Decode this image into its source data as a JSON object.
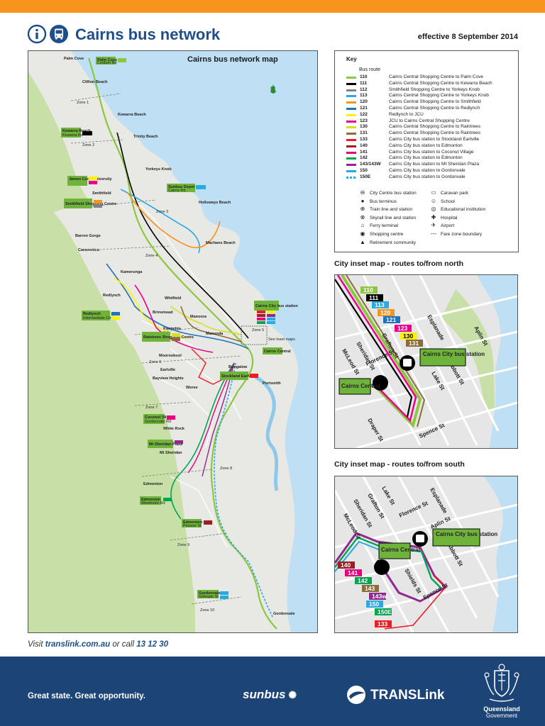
{
  "header": {
    "title": "Cairns bus network",
    "effective": "effective 8 September 2014"
  },
  "main_map": {
    "title": "Cairns bus network map",
    "north_label": "N",
    "places": [
      {
        "name": "Palm Cove"
      },
      {
        "name": "Clifton Beach"
      },
      {
        "name": "Kewarra Beach"
      },
      {
        "name": "Trinity Beach"
      },
      {
        "name": "Yorkeys Knob"
      },
      {
        "name": "Smithfield"
      },
      {
        "name": "Holloways Beach"
      },
      {
        "name": "Machans Beach"
      },
      {
        "name": "Barron Gorge"
      },
      {
        "name": "Caravonica"
      },
      {
        "name": "Kamerunga"
      },
      {
        "name": "Redlynch"
      },
      {
        "name": "Whitfield"
      },
      {
        "name": "Brinsmead"
      },
      {
        "name": "Manoora"
      },
      {
        "name": "Manunda"
      },
      {
        "name": "Kanimbla"
      },
      {
        "name": "Mooroobool"
      },
      {
        "name": "Earlville"
      },
      {
        "name": "Bungalow"
      },
      {
        "name": "Portsmith"
      },
      {
        "name": "Woree"
      },
      {
        "name": "Bayview Heights"
      },
      {
        "name": "White Rock"
      },
      {
        "name": "Mt Sheridan"
      },
      {
        "name": "Edmonton"
      },
      {
        "name": "Gordonvale"
      }
    ],
    "stops": [
      {
        "label": "Palm Cove",
        "sub": "Coolum Rd"
      },
      {
        "label": "Kewarra Beach",
        "sub": "Kewarra Rd"
      },
      {
        "label": "James Cook University"
      },
      {
        "label": "Smithfield Shopping Centre"
      },
      {
        "label": "Sunbus Depot",
        "sub": "Cairns Rd"
      },
      {
        "label": "Redlynch",
        "sub": "Intermediate Ctr"
      },
      {
        "label": "Raintrees Shopping Centre"
      },
      {
        "label": "Cairns City bus station"
      },
      {
        "label": "Cairns Central"
      },
      {
        "label": "Stockland Earlville"
      },
      {
        "label": "Coconut Village",
        "sub": "Gordonvale Rd"
      },
      {
        "label": "Mt Sheridan Plaza"
      },
      {
        "label": "Edmonton",
        "sub": "Westmore Rd"
      },
      {
        "label": "Edmonton",
        "sub": "Pioneer St"
      },
      {
        "label": "Gordonvale",
        "sub": "Gillespie St"
      }
    ],
    "zones": [
      "Zone 1",
      "Zone 2",
      "Zone 3",
      "Zone 4",
      "Zone 5",
      "Zone 6",
      "Zone 7",
      "Zone 8",
      "Zone 9",
      "Zone 10"
    ],
    "inset_marker_label": "See inset maps"
  },
  "key": {
    "title": "Key",
    "subtitle": "Bus route",
    "routes": [
      {
        "num": "110",
        "desc": "Cairns Central Shopping Centre to Palm Cove",
        "color": "#8dc63f"
      },
      {
        "num": "111",
        "desc": "Cairns Central Shopping Centre to Kewarra Beach",
        "color": "#000000"
      },
      {
        "num": "112",
        "desc": "Smithfield Shopping Centre to Yorkeys Knob",
        "color": "#808285"
      },
      {
        "num": "113",
        "desc": "Cairns Central Shopping Centre to Yorkeys Knob",
        "color": "#29abe2"
      },
      {
        "num": "120",
        "desc": "Cairns Central Shopping Centre to Smithfield",
        "color": "#f7941d"
      },
      {
        "num": "121",
        "desc": "Cairns Central Shopping Centre to Redlynch",
        "color": "#1c75bc"
      },
      {
        "num": "122",
        "desc": "Redlynch to JCU",
        "color": "#fff200"
      },
      {
        "num": "123",
        "desc": "JCU to Cairns Central Shopping Centre",
        "color": "#ec008c"
      },
      {
        "num": "130",
        "desc": "Cairns Central Shopping Centre to Raintrees",
        "color": "#d7df23"
      },
      {
        "num": "131",
        "desc": "Cairns Central Shopping Centre to Raintrees",
        "color": "#8b6d3a"
      },
      {
        "num": "133",
        "desc": "Cairns City bus station to Stockland Earlville",
        "color": "#ed1c24"
      },
      {
        "num": "140",
        "desc": "Cairns City bus station to Edmonton",
        "color": "#9e1f23"
      },
      {
        "num": "141",
        "desc": "Cairns City bus station to Coconut Village",
        "color": "#e6007e"
      },
      {
        "num": "142",
        "desc": "Cairns City bus station to Edmonton",
        "color": "#00a651"
      },
      {
        "num": "143/143W",
        "desc": "Cairns City bus station to Mt Sheridan Plaza",
        "color": "#92278f"
      },
      {
        "num": "150",
        "desc": "Cairns City bus station to Gordonvale",
        "color": "#27aae1"
      },
      {
        "num": "150E",
        "desc": "Cairns City bus station to Gordonvale",
        "color": "#27aae1"
      }
    ],
    "symbols_left": [
      {
        "icon": "⊖",
        "label": "City Centre bus station"
      },
      {
        "icon": "●",
        "label": "Bus terminus"
      },
      {
        "icon": "⊕",
        "label": "Train line and station"
      },
      {
        "icon": "⊗",
        "label": "Skyrail line and station"
      },
      {
        "icon": "⌂",
        "label": "Ferry terminal"
      },
      {
        "icon": "◉",
        "label": "Shopping centre"
      },
      {
        "icon": "▲",
        "label": "Retirement community"
      }
    ],
    "symbols_right": [
      {
        "icon": "▭",
        "label": "Caravan park"
      },
      {
        "icon": "☺",
        "label": "School"
      },
      {
        "icon": "◎",
        "label": "Educational institution"
      },
      {
        "icon": "✚",
        "label": "Hospital"
      },
      {
        "icon": "✈",
        "label": "Airport"
      },
      {
        "icon": "---",
        "label": "Fare zone boundary"
      }
    ]
  },
  "inset_north": {
    "heading": "City inset map - routes to/from north",
    "station_label": "Cairns City bus station",
    "central_label": "Cairns Central",
    "streets": [
      "Esplanade",
      "Aplin St",
      "Grafton St",
      "Sheridan St",
      "McLeod St",
      "Florence St",
      "Abbott St",
      "Lake St",
      "Spence St",
      "Draper St"
    ],
    "route_labels": [
      {
        "num": "110",
        "color": "#8dc63f",
        "text": "#ffffff"
      },
      {
        "num": "111",
        "color": "#000000",
        "text": "#ffffff"
      },
      {
        "num": "113",
        "color": "#29abe2",
        "text": "#ffffff"
      },
      {
        "num": "120",
        "color": "#f7941d",
        "text": "#ffffff"
      },
      {
        "num": "121",
        "color": "#1c75bc",
        "text": "#ffffff"
      },
      {
        "num": "123",
        "color": "#ec008c",
        "text": "#ffffff"
      },
      {
        "num": "130",
        "color": "#fff200",
        "text": "#000000"
      },
      {
        "num": "131",
        "color": "#8b6d3a",
        "text": "#ffffff"
      }
    ]
  },
  "inset_south": {
    "heading": "City inset map - routes to/from south",
    "station_label": "Cairns City bus station",
    "central_label": "Cairns Central",
    "streets": [
      "Lake St",
      "Esplanade",
      "Grafton St",
      "Florence St",
      "Sheridan St",
      "McLeod St",
      "Aplin St",
      "Abbott St",
      "Shields St",
      "Spence St"
    ],
    "route_labels": [
      {
        "num": "140",
        "color": "#9e1f23",
        "text": "#ffffff"
      },
      {
        "num": "141",
        "color": "#e6007e",
        "text": "#ffffff"
      },
      {
        "num": "142",
        "color": "#00a651",
        "text": "#ffffff"
      },
      {
        "num": "143",
        "color": "#8b6d3a",
        "text": "#ffffff"
      },
      {
        "num": "143w",
        "color": "#92278f",
        "text": "#ffffff"
      },
      {
        "num": "150",
        "color": "#29abe2",
        "text": "#ffffff"
      },
      {
        "num": "150E",
        "color": "#00a651",
        "text": "#ffffff"
      },
      {
        "num": "133",
        "color": "#ed1c24",
        "text": "#ffffff"
      }
    ]
  },
  "footer": {
    "visit_prefix": "Visit",
    "url": "translink.com.au",
    "call_prefix": "or call",
    "phone": "13 12 30",
    "slogan": "Great state. Great opportunity.",
    "sunbus": "sunbus",
    "translink": "TRANSLink",
    "qld_line1": "Queensland",
    "qld_line2": "Government"
  },
  "colors": {
    "accent": "#f7941d",
    "brand_blue": "#1f4f8a",
    "footer_bg": "#1c4476",
    "water": "#bfe0f4",
    "land": "#e8e8e4",
    "park": "#c8e0a8",
    "stop_green": "#6fb33b"
  }
}
